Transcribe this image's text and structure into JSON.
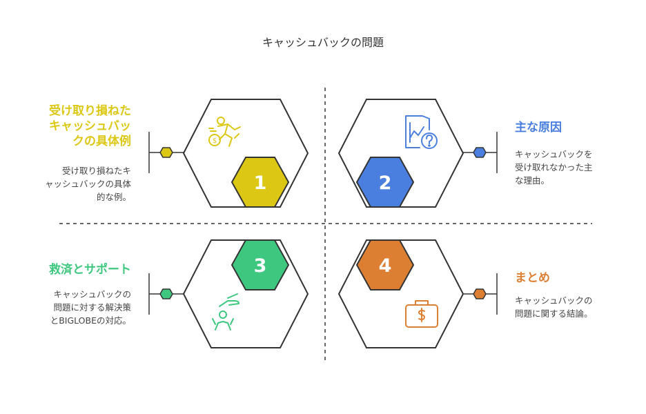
{
  "title": "キャッシュバックの問題",
  "colors": {
    "s1": "#DCC814",
    "s2": "#4A7FE0",
    "s3": "#3EC77F",
    "s4": "#DD7F33",
    "line": "#333333"
  },
  "sections": [
    {
      "number": "1",
      "heading": "受け取り損ねた\nキャッシュバッ\nクの具体例",
      "text": "受け取り損ねたキ\nャッシュバックの具体\n的な例。",
      "icon": "cyclist-money-icon"
    },
    {
      "number": "2",
      "heading": "主な原因",
      "text": "キャッシュバックを\n受け取れなかった主\nな理由。",
      "icon": "chart-question-icon"
    },
    {
      "number": "3",
      "heading": "救済とサポート",
      "text": "キャッシュバックの\n問題に対する解決策\nとBIGLOBEの対応。",
      "icon": "hand-person-icon"
    },
    {
      "number": "4",
      "heading": "まとめ",
      "text": "キャッシュバックの\n問題に関する結論。",
      "icon": "money-briefcase-icon"
    }
  ]
}
